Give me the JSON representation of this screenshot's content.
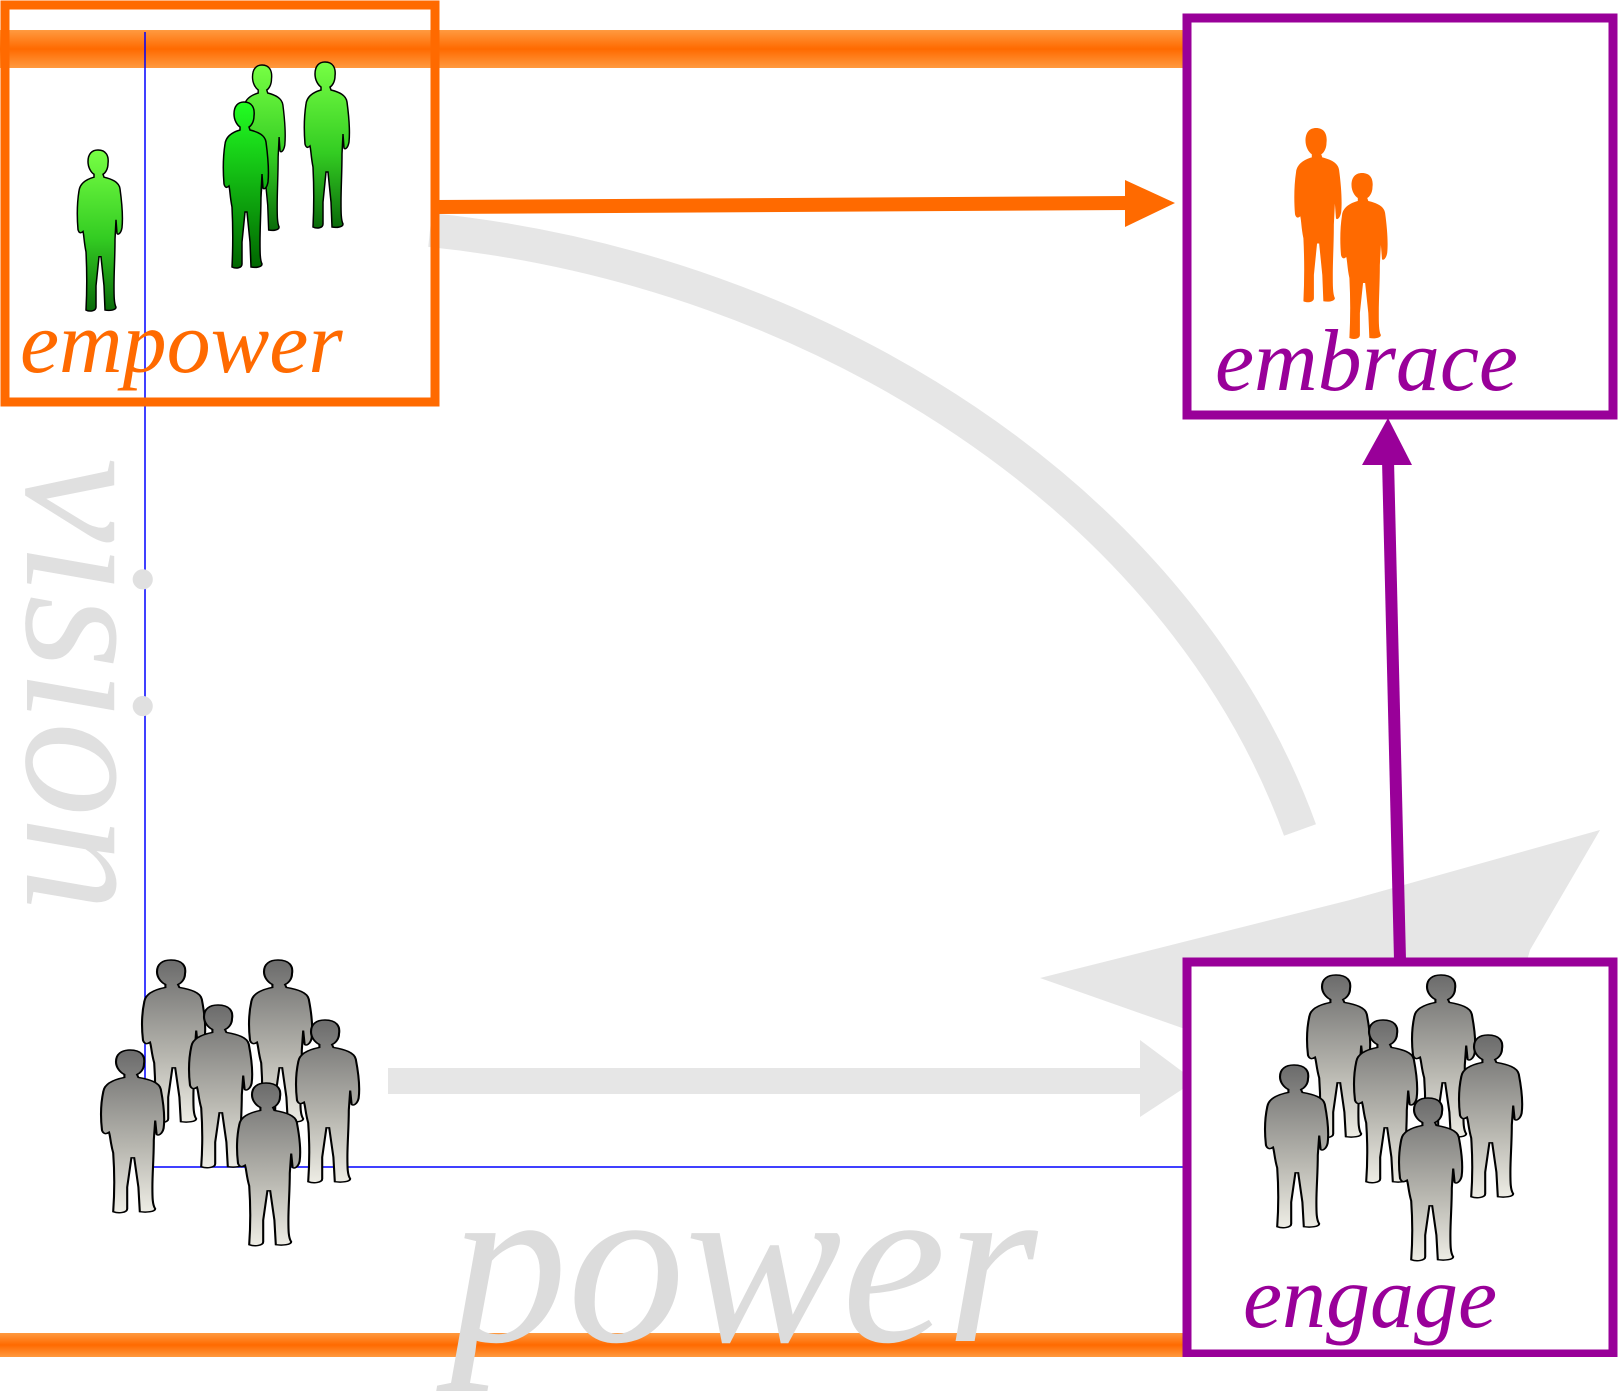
{
  "diagram": {
    "labels": {
      "empower": "empower",
      "embrace": "embrace",
      "engage": "engage"
    },
    "watermarks": {
      "vertical": "vision",
      "bottom": "power"
    },
    "colors": {
      "orange": "#ff6a00",
      "purple": "#990099",
      "green_light": "#66ff33",
      "green_dark": "#006600",
      "gray_dark": "#6e6e6e",
      "gray_light": "#ecebe2",
      "watermark": "#e6e6e6",
      "axis_blue": "#0000ff"
    },
    "icons": [
      "people-group-green",
      "people-group-orange",
      "people-group-gray-large",
      "people-group-gray-engage"
    ]
  }
}
